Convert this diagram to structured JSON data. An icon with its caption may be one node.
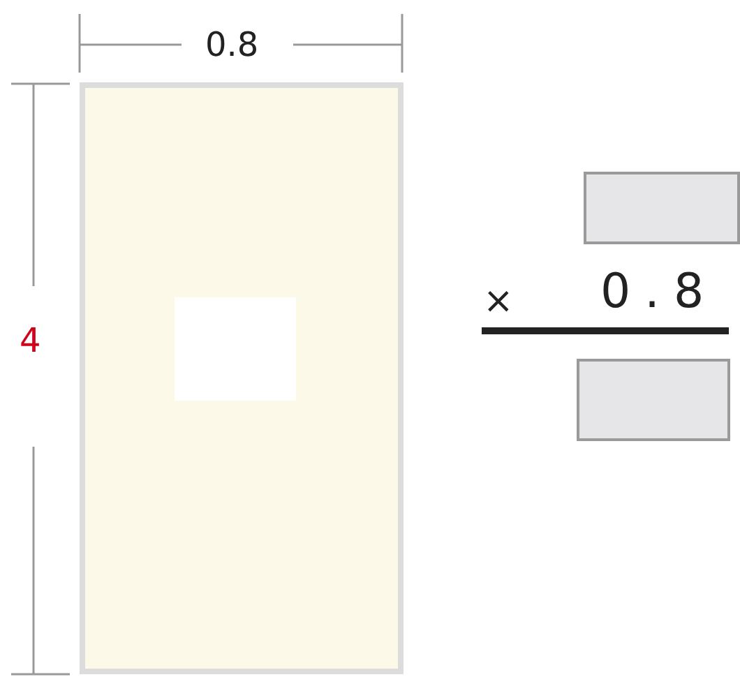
{
  "diagram": {
    "nodes": [
      {
        "text": [],
        "shape": "box"
      }
    ],
    "labels": [
      "0.8",
      "4",
      "×",
      "0.8"
    ]
  }
}
